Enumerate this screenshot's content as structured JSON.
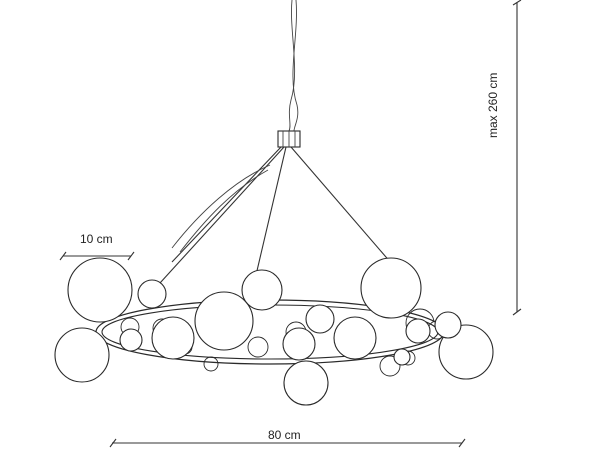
{
  "dimensions": {
    "globe_width": "10 cm",
    "total_width": "80 cm",
    "max_height": "max 260 cm"
  }
}
